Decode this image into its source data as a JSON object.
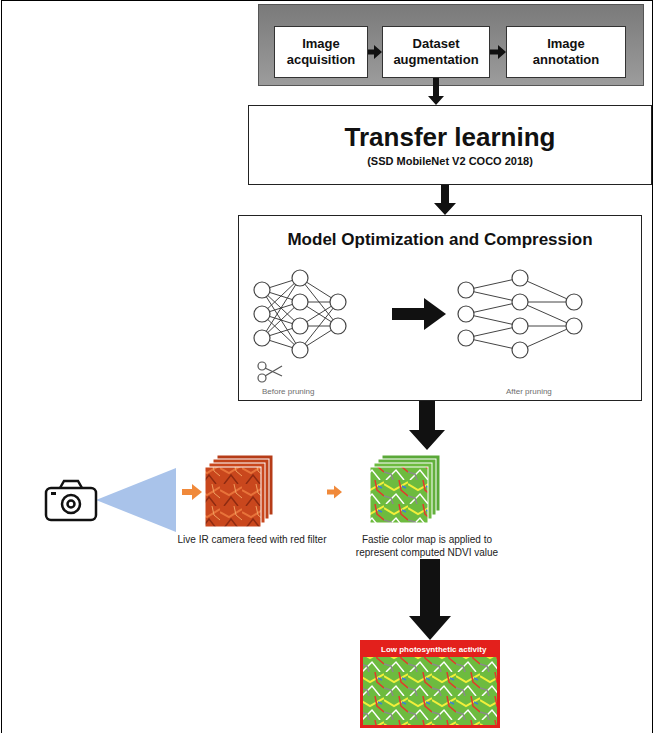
{
  "diagram": {
    "nodes": [
      {
        "text": [
          "Image acquisition"
        ]
      },
      {
        "text": [
          "Dataset augmentation"
        ]
      },
      {
        "text": [
          "Image annotation"
        ]
      },
      {
        "text": [
          "Transfer learning",
          "(SSD MobileNet V2 COCO 2018)"
        ]
      },
      {
        "text": [
          "Model Optimization and Compression"
        ]
      },
      {
        "text": [
          "Live IR camera feed with red filter"
        ]
      },
      {
        "text": [
          "Fastie color map is applied to represent computed NDVI value"
        ]
      },
      {
        "text": [
          "Low photosynthetic activity"
        ]
      }
    ],
    "edges": [
      {
        "from": 0,
        "to": 1,
        "arrow": "to"
      },
      {
        "from": 1,
        "to": 2,
        "arrow": "to"
      },
      {
        "from": 1,
        "to": 3,
        "arrow": "to"
      },
      {
        "from": 3,
        "to": 4,
        "arrow": "to"
      },
      {
        "from": 4,
        "to": 6,
        "arrow": "to"
      },
      {
        "from": 5,
        "to": 6,
        "arrow": "to"
      },
      {
        "from": 6,
        "to": 7,
        "arrow": "to"
      }
    ],
    "labels": [
      "Before pruning",
      "After pruning"
    ]
  }
}
